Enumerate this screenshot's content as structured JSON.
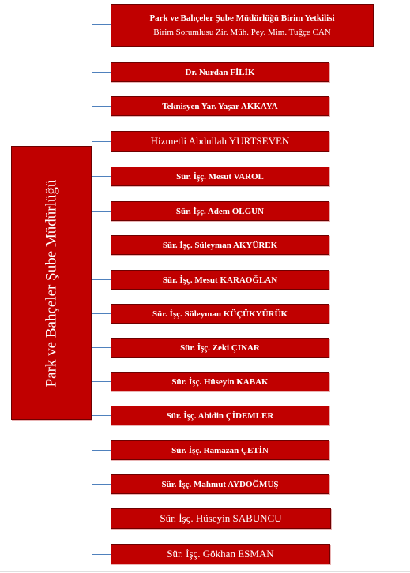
{
  "department": {
    "vertical_label": "Park ve Bahçeler Şube Müdürlüğü"
  },
  "head": {
    "title": "Park ve Bahçeler Şube Müdürlüğü Birim Yetkilisi",
    "subtitle": "Birim Sorumlusu Zir. Müh. Pey. Mim. Tuğçe CAN"
  },
  "members": [
    "Dr. Nurdan FİLİK",
    "Teknisyen Yar. Yaşar AKKAYA",
    "Hizmetli Abdullah YURTSEVEN",
    "Sür. İşç. Mesut VAROL",
    "Sür. İşç. Adem OLGUN",
    "Sür. İşç. Süleyman AKYÜREK",
    "Sür. İşç. Mesut KARAOĞLAN",
    "Sür. İşç. Süleyman KÜÇÜKYÜRÜK",
    "Sür. İşç. Zeki ÇINAR",
    "Sür. İşç. Hüseyin KABAK",
    "Sür. İşç. Abidin ÇİDEMLER",
    "Sür. İşç. Ramazan ÇETİN",
    "Sür. İşç. Mahmut AYDOĞMUŞ",
    "Sür. İşç. Hüseyin SABUNCU",
    "Sür. İşç. Gökhan ESMAN"
  ],
  "colors": {
    "box_fill": "#c00000",
    "connector": "#4f81bd",
    "text": "#ffffff"
  }
}
